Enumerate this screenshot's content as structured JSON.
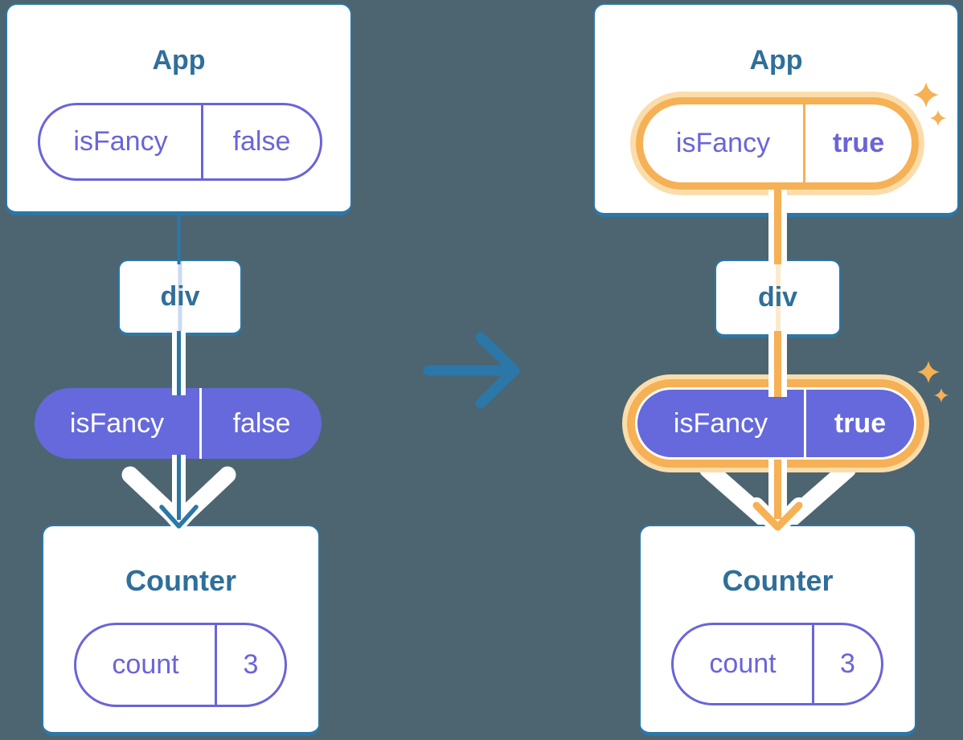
{
  "colors": {
    "background": "#4C6571",
    "card_border": "#2B77A8",
    "heading_text": "#2F6F9A",
    "prop_purple": "#6A64D9",
    "prop_purple_fill": "#6569DB",
    "inactive_trace": "#CCD9F2",
    "highlight_orange": "#F6B055",
    "highlight_glow": "#FBDDAB",
    "highlight_trace": "#FCEACD",
    "arrow_white": "#FFFFFF"
  },
  "left": {
    "app": {
      "title": "App",
      "prop_name": "isFancy",
      "prop_value": "false"
    },
    "div": {
      "label": "div"
    },
    "prop": {
      "name": "isFancy",
      "value": "false"
    },
    "counter": {
      "title": "Counter",
      "state_name": "count",
      "state_value": "3"
    }
  },
  "right": {
    "app": {
      "title": "App",
      "prop_name": "isFancy",
      "prop_value": "true"
    },
    "div": {
      "label": "div"
    },
    "prop": {
      "name": "isFancy",
      "value": "true"
    },
    "counter": {
      "title": "Counter",
      "state_name": "count",
      "state_value": "3"
    }
  },
  "icons": {
    "transition_arrow": "right-arrow",
    "flow_arrow": "down-arrow",
    "highlight_sparkles": "sparkles"
  }
}
